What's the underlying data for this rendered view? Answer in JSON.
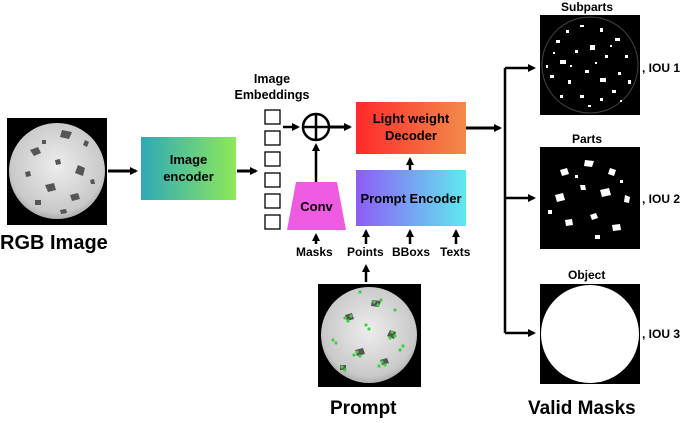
{
  "input": {
    "label": "RGB Image"
  },
  "image_encoder": {
    "label": "Image\nencoder"
  },
  "embeddings": {
    "label": "Image\nEmbeddings"
  },
  "conv": {
    "label": "Conv"
  },
  "decoder": {
    "label": "Light weight\nDecoder"
  },
  "prompt_encoder": {
    "label": "Prompt Encoder"
  },
  "prompt_inputs": {
    "masks": "Masks",
    "points": "Points",
    "bboxs": "BBoxs",
    "texts": "Texts"
  },
  "prompt": {
    "label": "Prompt"
  },
  "outputs": {
    "title": "Valid Masks",
    "items": [
      {
        "name": "Subparts",
        "iou": ", IOU 1"
      },
      {
        "name": "Parts",
        "iou": ", IOU 2"
      },
      {
        "name": "Object",
        "iou": ", IOU 3"
      }
    ]
  },
  "colors": {
    "encoder_from": "#2fa9b8",
    "encoder_to": "#8ee85a",
    "decoder_from": "#ff2a2a",
    "decoder_to": "#f28a4a",
    "prompt_from": "#8e5cf5",
    "prompt_to": "#5fe9ef",
    "conv": "#ee5be0"
  }
}
